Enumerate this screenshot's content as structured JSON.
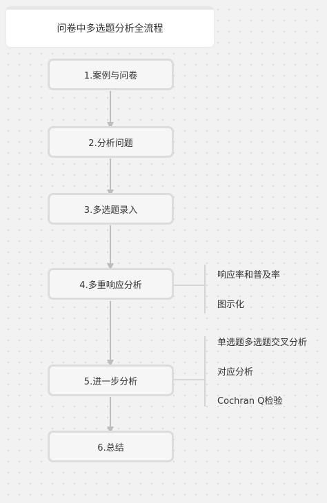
{
  "title": "问卷中多选题分析全流程",
  "steps": [
    {
      "label": "1.案例与问卷"
    },
    {
      "label": "2.分析问题"
    },
    {
      "label": "3.多选题录入"
    },
    {
      "label": "4.多重响应分析"
    },
    {
      "label": "5.进一步分析"
    },
    {
      "label": "6.总结"
    }
  ],
  "branches": {
    "step4": [
      "响应率和普及率",
      "图示化"
    ],
    "step5": [
      "单选题多选题交叉分析",
      "对应分析",
      "Cochran Q检验"
    ]
  },
  "colors": {
    "node_border": "#dcdcdc",
    "connector": "#bdbdbd",
    "title_bar": "#e6e6e6"
  }
}
